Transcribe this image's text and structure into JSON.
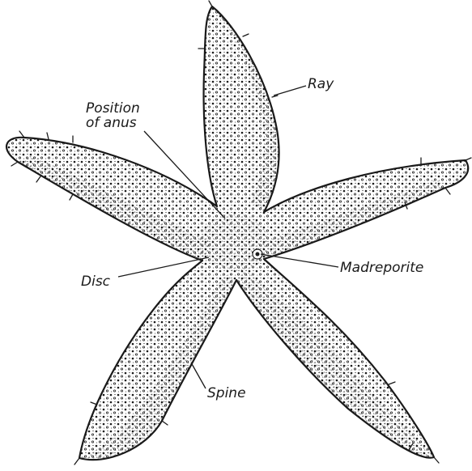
{
  "labels": {
    "ray": "Ray",
    "position_line1": "Position",
    "position_line2": "of anus",
    "disc": "Disc",
    "madreporite": "Madreporite",
    "spine": "Spine"
  },
  "colors": {
    "ink": "#1a1a1a",
    "background": "#ffffff"
  }
}
